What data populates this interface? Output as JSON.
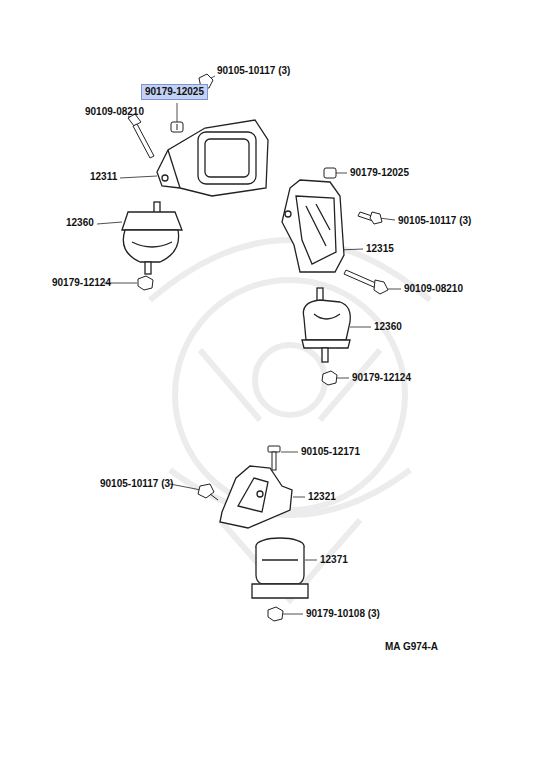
{
  "diagram": {
    "nodes": [
      {
        "text": [
          "90179-12025"
        ]
      }
    ],
    "labels": [
      "90105-10117 (3)",
      "90109-08210",
      "12311",
      "12360",
      "90179-12124",
      "90179-12025",
      "90105-10117 (3)",
      "12315",
      "90109-08210",
      "12360",
      "90179-12124",
      "90105-12171",
      "90105-10117 (3)",
      "12321",
      "12371",
      "90179-10108 (3)",
      "MA G974-A"
    ]
  }
}
